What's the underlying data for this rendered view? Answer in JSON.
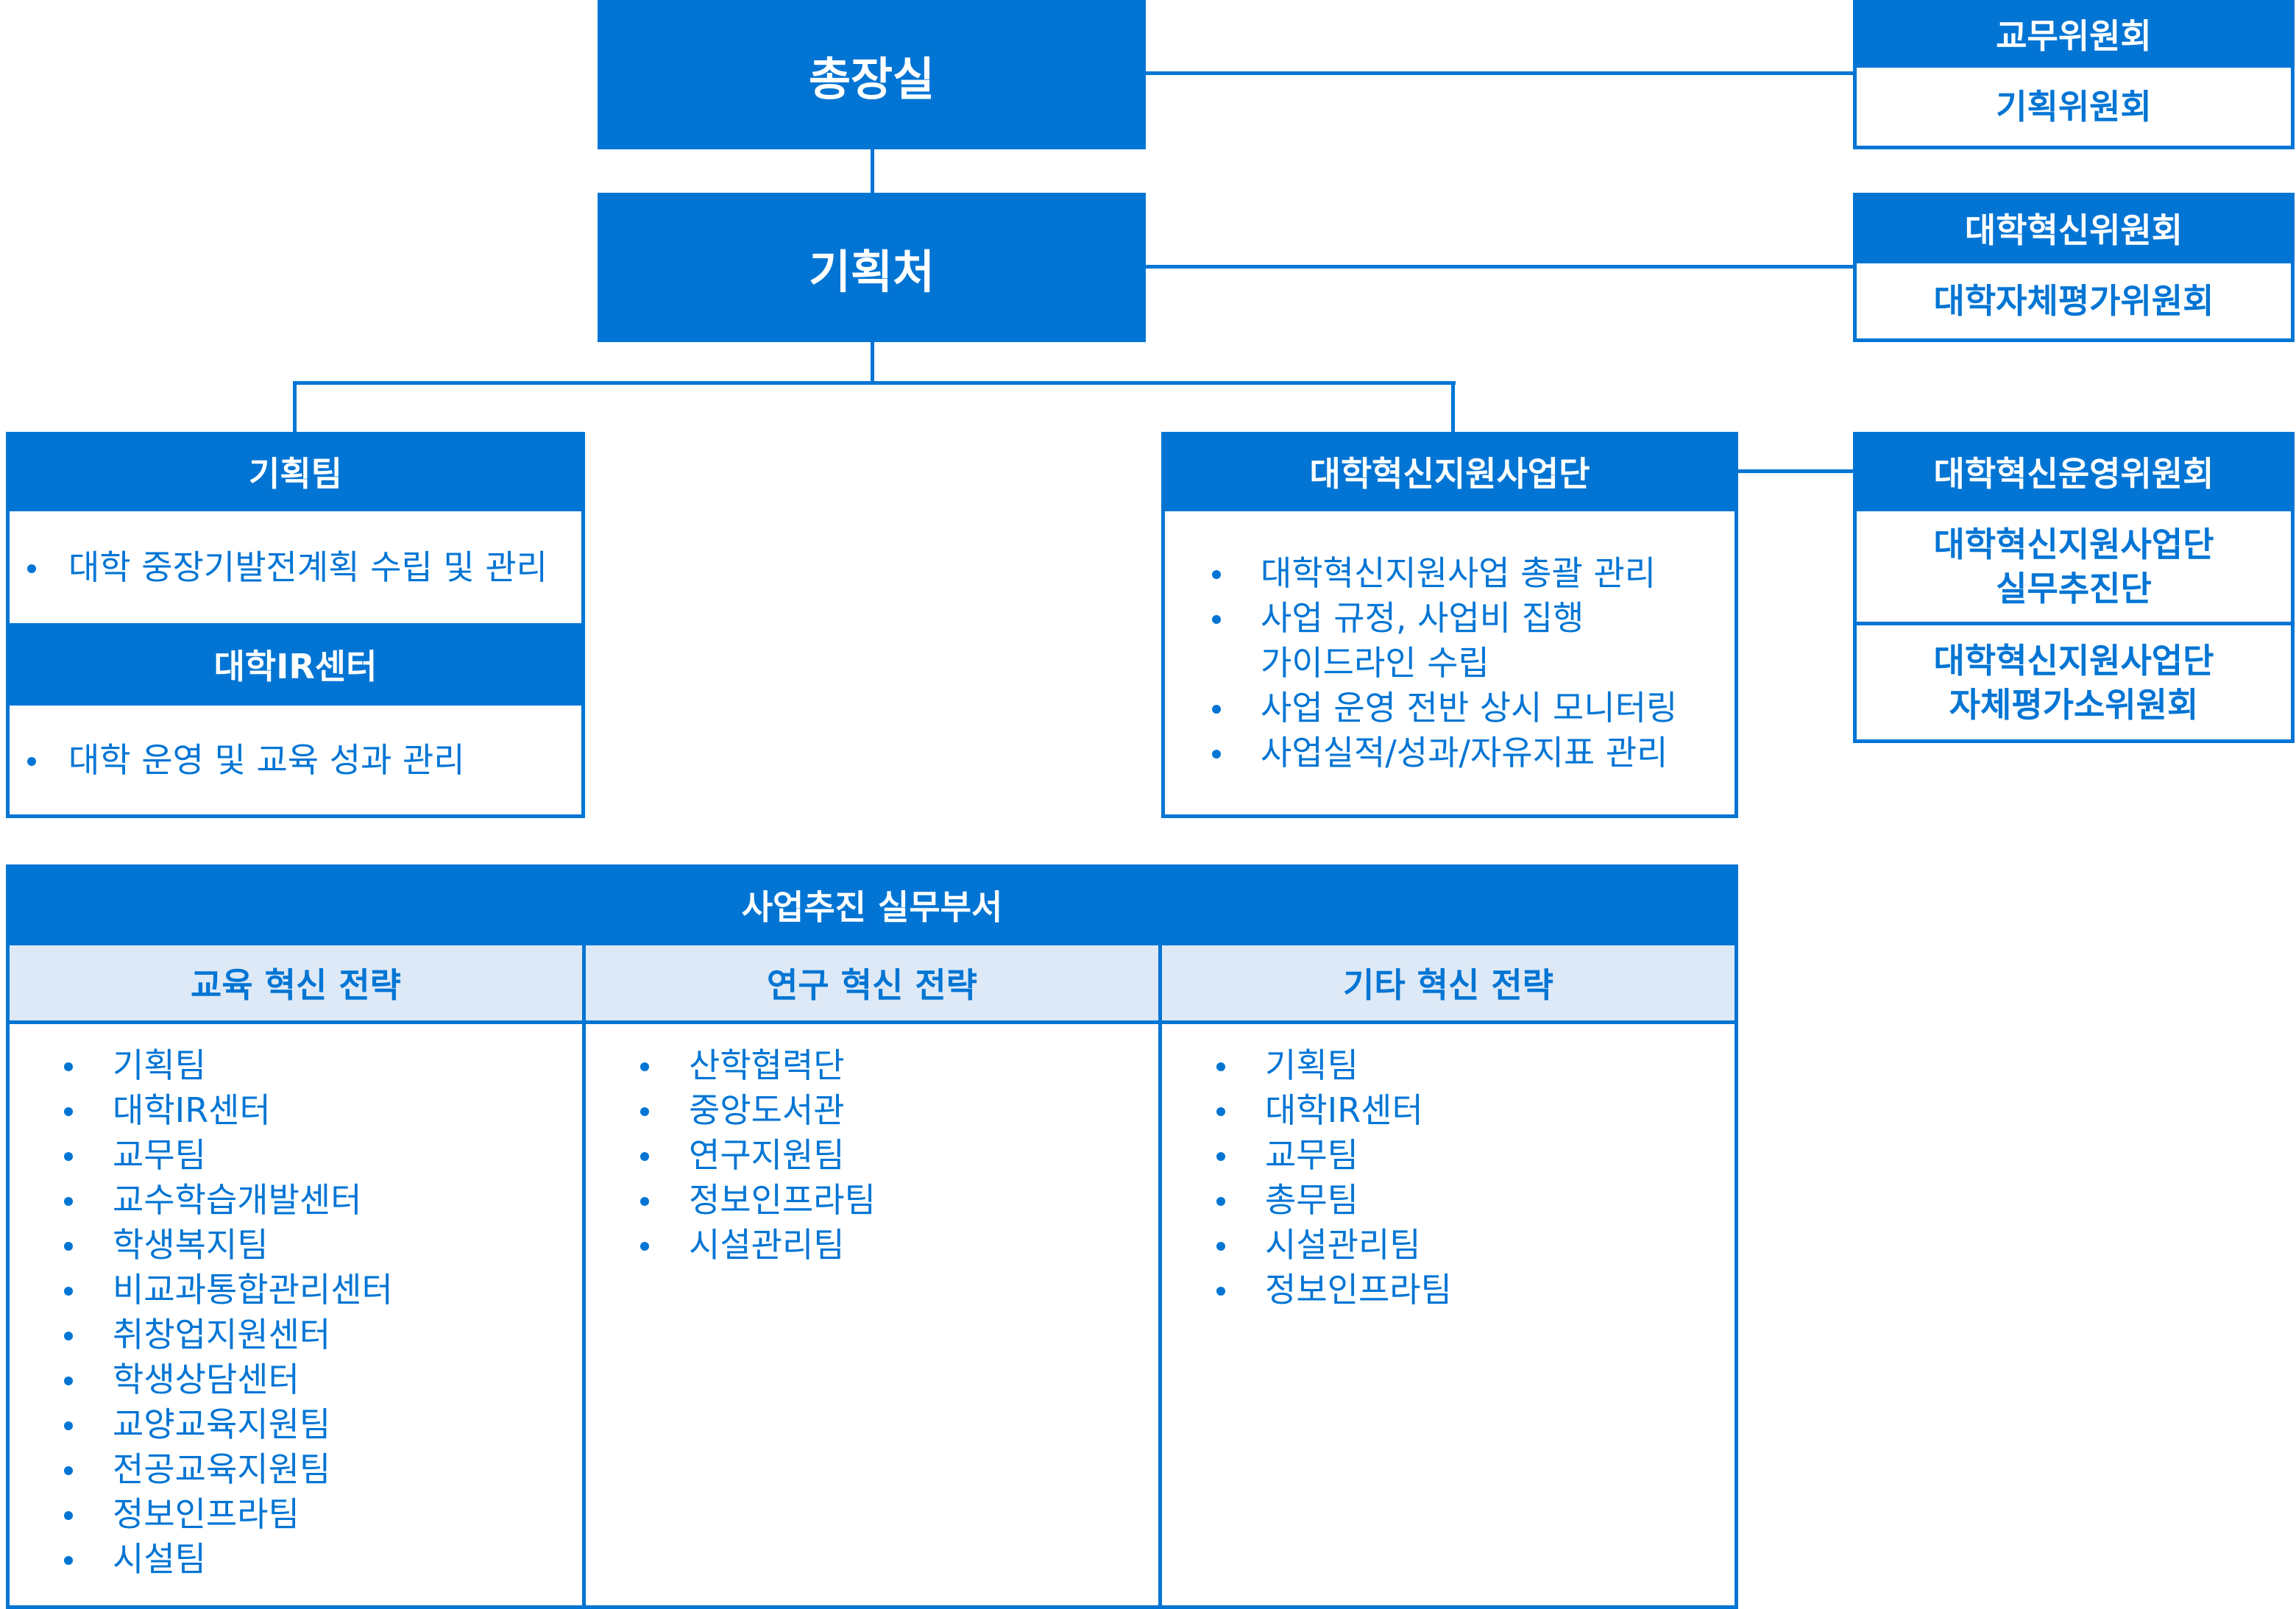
{
  "top": {
    "president": "총장실",
    "planning_office": "기획처"
  },
  "committees": {
    "group1": {
      "header": "교무위원회",
      "items": [
        "기획위원회"
      ]
    },
    "group2": {
      "header": "대학혁신위원회",
      "items": [
        "대학자체평가위원회"
      ]
    },
    "group3": {
      "header": "대학혁신운영위원회",
      "items": [
        "대학혁신지원사업단\n실무추진단",
        "대학혁신지원사업단\n자체평가소위원회"
      ],
      "item_lines": [
        [
          "대학혁신지원사업단",
          "실무추진단"
        ],
        [
          "대학혁신지원사업단",
          "자체평가소위원회"
        ]
      ]
    }
  },
  "planning_team": {
    "header": "기획팀",
    "items": [
      "대학 중장기발전계획 수립 및 관리"
    ]
  },
  "ir_center": {
    "header": "대학IR센터",
    "items": [
      "대학 운영 및 교육 성과 관리"
    ]
  },
  "innovation_group": {
    "header": "대학혁신지원사업단",
    "items": [
      "대학혁신지원사업 총괄 관리",
      "사업 규정, 사업비 집행",
      "가이드라인 수립",
      "사업 운영 전반 상시 모니터링",
      "사업실적/성과/자유지표 관리"
    ]
  },
  "working_depts": {
    "header": "사업추진 실무부서",
    "columns": [
      {
        "title": "교육 혁신 전략",
        "items": [
          "기획팀",
          "대학IR센터",
          "교무팀",
          "교수학습개발센터",
          "학생복지팀",
          "비교과통합관리센터",
          "취창업지원센터",
          "학생상담센터",
          "교양교육지원팀",
          "전공교육지원팀",
          "정보인프라팀",
          "시설팀"
        ]
      },
      {
        "title": "연구 혁신 전략",
        "items": [
          "산학협력단",
          "중앙도서관",
          "연구지원팀",
          "정보인프라팀",
          "시설관리팀"
        ]
      },
      {
        "title": "기타 혁신 전략",
        "items": [
          "기획팀",
          "대학IR센터",
          "교무팀",
          "총무팀",
          "시설관리팀",
          "정보인프라팀"
        ]
      }
    ]
  },
  "colors": {
    "primary": "#0275D4",
    "header_light": "#DDE9F6",
    "background": "#FFFFFF"
  }
}
